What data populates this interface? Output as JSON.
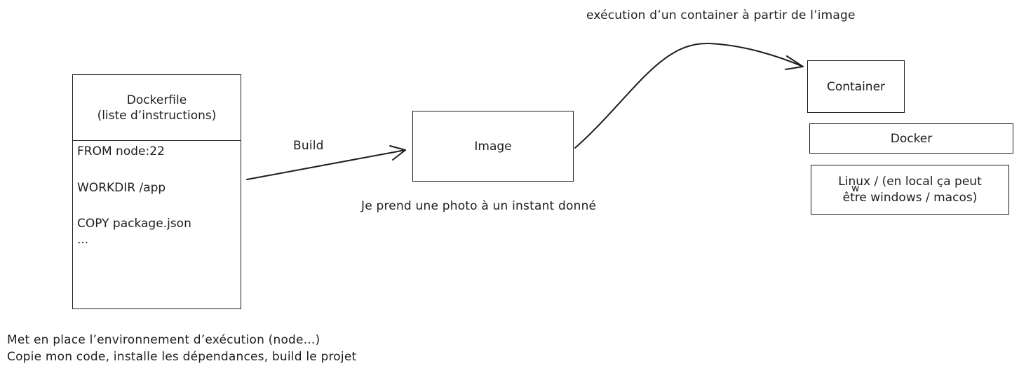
{
  "dockerfile": {
    "title_line1": "Dockerfile",
    "title_line2": "(liste d’instructions)",
    "instructions": [
      "FROM node:22",
      "WORKDIR /app",
      "COPY package.json",
      "..."
    ]
  },
  "build_label": "Build",
  "image": {
    "label": "Image",
    "caption": "Je prend une photo à un instant donné"
  },
  "run_label": "exécution d’un container à partir de l’image",
  "container": {
    "label": "Container"
  },
  "docker": {
    "label": "Docker"
  },
  "os": {
    "line1": "Linux / (en local ça peut",
    "line1_overlay": "w",
    "line2": "être windows / macos)"
  },
  "notes": {
    "line1": "Met en place l’environnement d’exécution (node...)",
    "line2": "Copie mon code, installe les dépendances, build le projet"
  },
  "colors": {
    "stroke": "#1e1e1e",
    "background": "#ffffff"
  }
}
